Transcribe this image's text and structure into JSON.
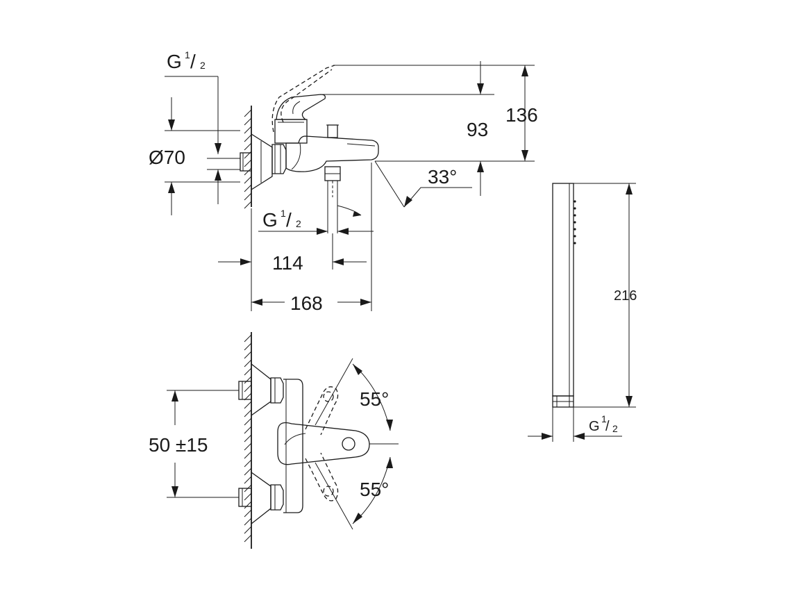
{
  "dimensions": {
    "thread_top": {
      "main": "G",
      "num": "1",
      "den": "2"
    },
    "diameter": "Ø70",
    "height_93": "93",
    "height_136": "136",
    "angle_spout": "33°",
    "thread_bottom": {
      "main": "G",
      "num": "1",
      "den": "2"
    },
    "depth_114": "114",
    "depth_168": "168",
    "centers": "50 ±15",
    "angle_upper": "55°",
    "angle_lower": "55°",
    "hand_shower_length": "216",
    "hand_shower_thread": {
      "main": "G",
      "num": "1",
      "den": "2"
    }
  }
}
